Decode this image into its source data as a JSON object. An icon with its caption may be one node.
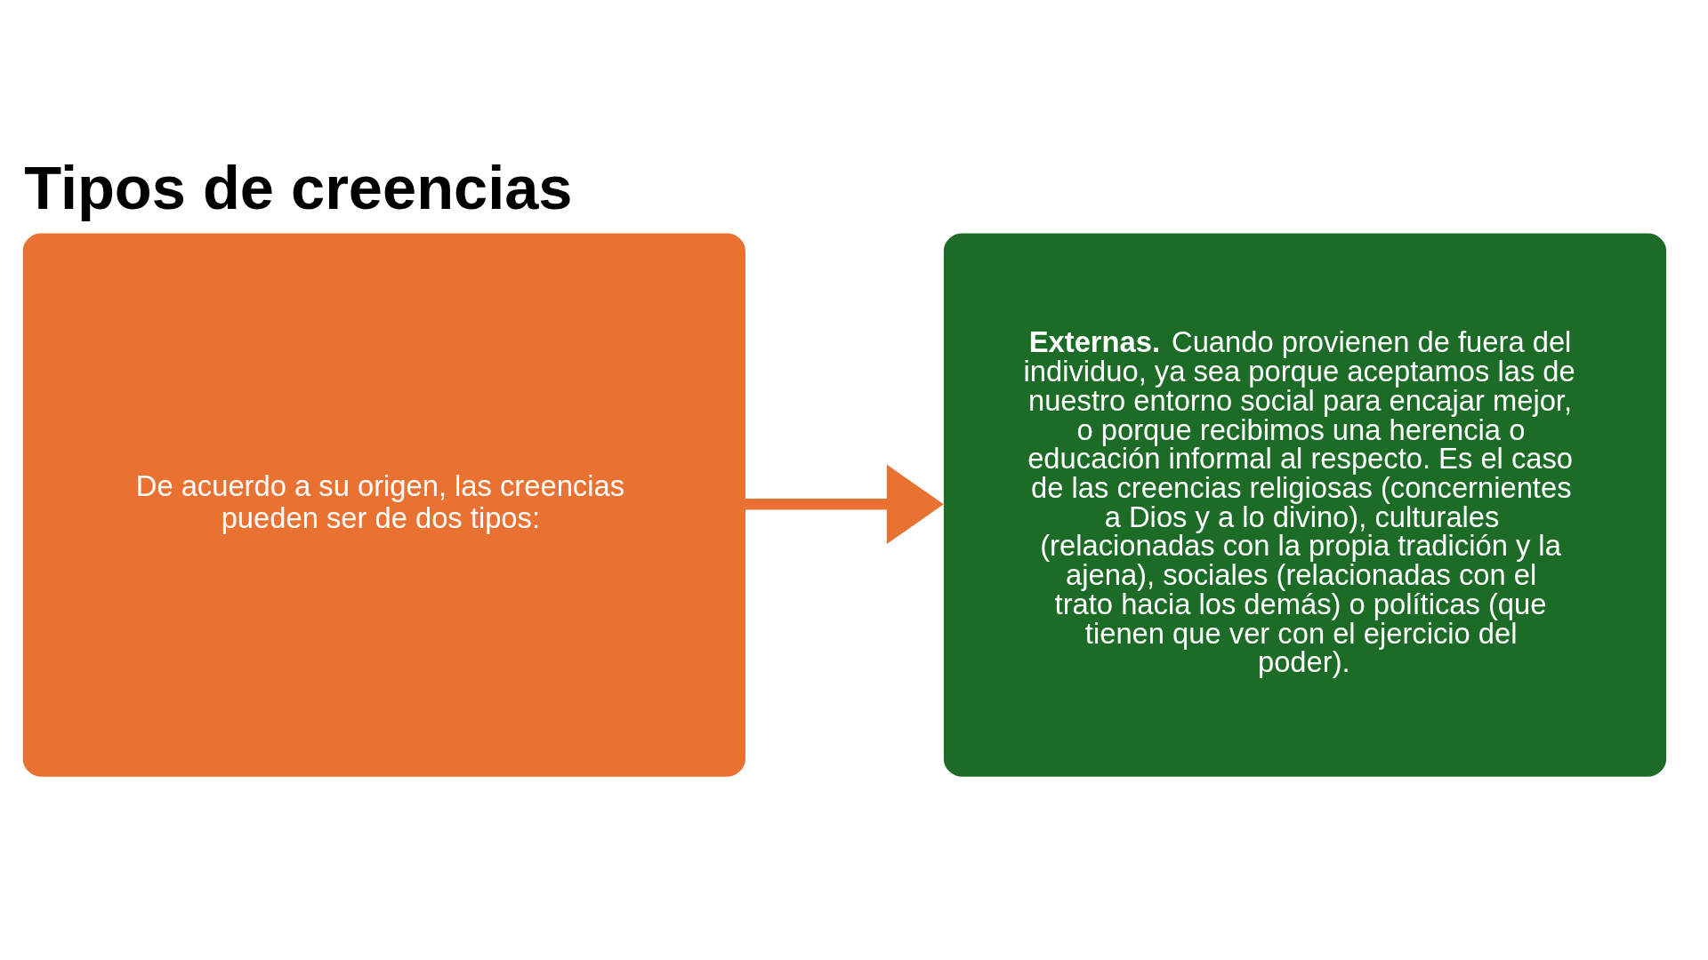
{
  "diagram": {
    "title": "Tipos de creencias",
    "nodes": [
      {
        "text": [
          "De acuerdo a su origen, las creencias pueden ser de dos tipos:"
        ]
      },
      {
        "text": [
          "**Externas.** Cuando provienen de fuera del individuo, ya sea porque aceptamos las de nuestro entorno social para encajar mejor, o porque recibimos una herencia o educación informal al respecto. Es el caso de las creencias religiosas (concernientes a Dios y a lo divino), culturales (relacionadas con la propia tradición y la ajena), sociales (relacionadas con el trato hacia los demás) o políticas (que tienen que ver con el ejercicio del poder)."
        ]
      }
    ],
    "edges": [
      {
        "from": 0,
        "to": 1,
        "arrow": "to",
        "color": "#e97132"
      }
    ]
  }
}
